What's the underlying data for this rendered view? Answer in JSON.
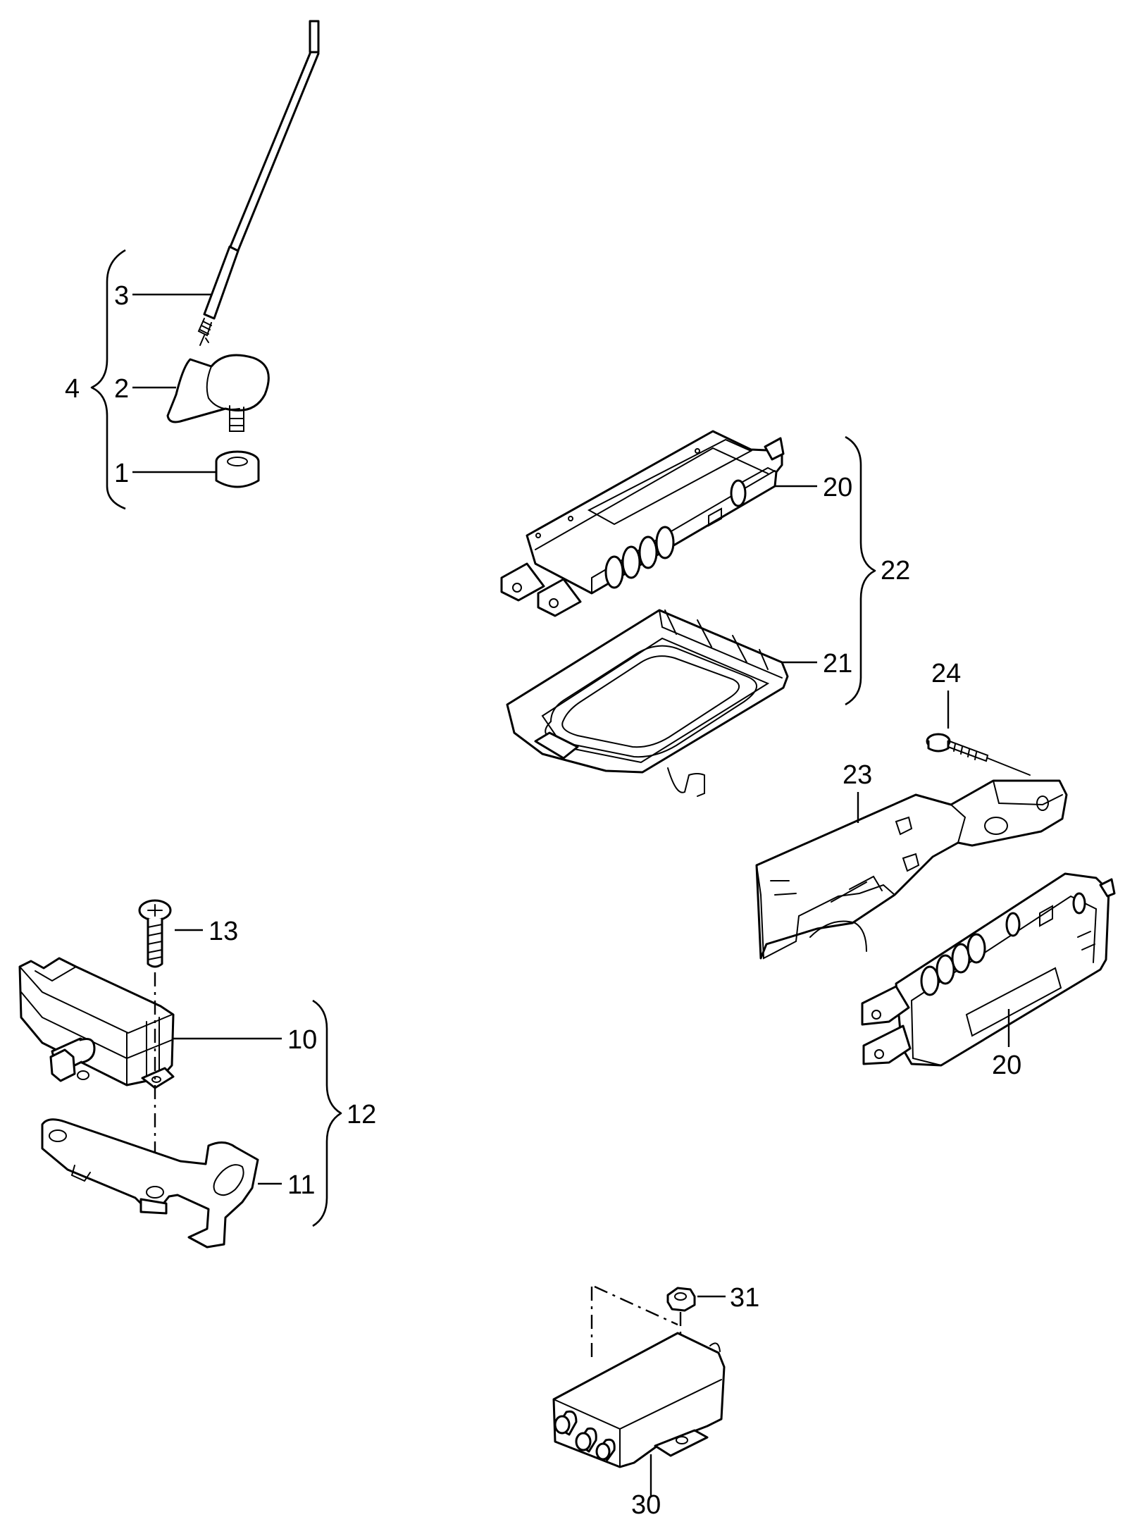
{
  "callouts": {
    "c1": "1",
    "c2": "2",
    "c3": "3",
    "c4": "4",
    "c10": "10",
    "c11": "11",
    "c12": "12",
    "c13": "13",
    "c20a": "20",
    "c20b": "20",
    "c21": "21",
    "c22": "22",
    "c23": "23",
    "c24": "24",
    "c30": "30",
    "c31": "31"
  },
  "colors": {
    "line": "#000000",
    "background": "#ffffff"
  }
}
